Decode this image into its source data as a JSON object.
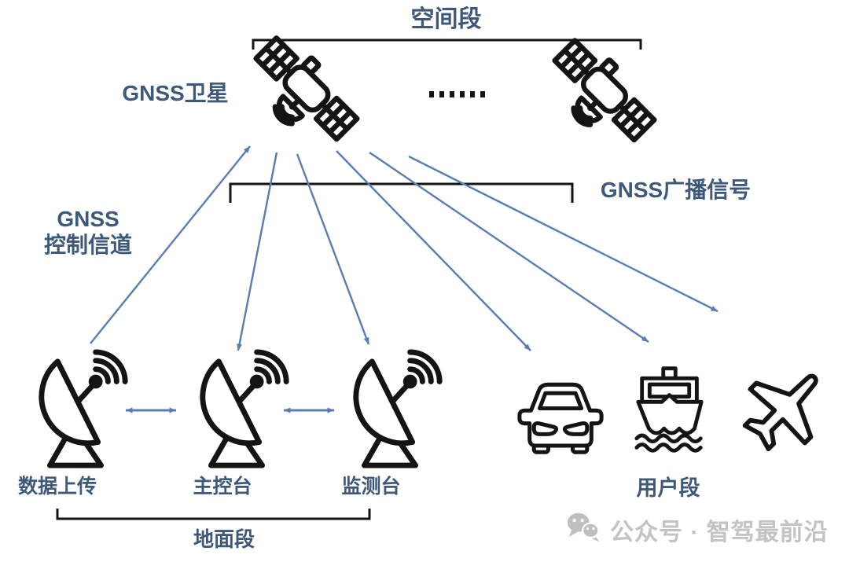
{
  "diagram_title": "GNSS system segments diagram",
  "colors": {
    "label_text": "#3d5878",
    "arrow_blue": "#5b7cb3",
    "icon_black": "#141414",
    "watermark_gray": "#c3c3c3",
    "background": "#ffffff"
  },
  "space_segment": {
    "label": "空间段",
    "satellite_label": "GNSS卫星",
    "satellite_count_shown": 2,
    "ellipsis_dot_count": 6
  },
  "signals": {
    "broadcast_label": "GNSS广播信号",
    "control_label_line1": "GNSS",
    "control_label_line2": "控制信道"
  },
  "ground_segment": {
    "label": "地面段",
    "stations": [
      {
        "id": "data-upload-station",
        "label": "数据上传"
      },
      {
        "id": "master-control-station",
        "label": "主控台"
      },
      {
        "id": "monitor-station",
        "label": "监测台"
      }
    ]
  },
  "user_segment": {
    "label": "用户段",
    "devices": [
      "car",
      "ship",
      "airplane"
    ]
  },
  "connections": [
    {
      "from": "data-upload-station",
      "to": "gnss-satellite",
      "meaning": "GNSS控制信道",
      "style": "single-arrow-up"
    },
    {
      "from": "gnss-satellite",
      "to": "master-control-station",
      "meaning": "GNSS广播信号",
      "style": "single-arrow-down"
    },
    {
      "from": "gnss-satellite",
      "to": "monitor-station",
      "meaning": "GNSS广播信号",
      "style": "single-arrow-down"
    },
    {
      "from": "gnss-satellite",
      "to": "car",
      "meaning": "GNSS广播信号",
      "style": "single-arrow-down"
    },
    {
      "from": "gnss-satellite",
      "to": "ship",
      "meaning": "GNSS广播信号",
      "style": "single-arrow-down"
    },
    {
      "from": "gnss-satellite",
      "to": "airplane",
      "meaning": "GNSS广播信号",
      "style": "single-arrow-down"
    },
    {
      "from": "data-upload-station",
      "to": "master-control-station",
      "style": "double-arrow"
    },
    {
      "from": "master-control-station",
      "to": "monitor-station",
      "style": "double-arrow"
    }
  ],
  "watermark": {
    "text": "公众号 · 智驾最前沿",
    "icon": "wechat"
  }
}
